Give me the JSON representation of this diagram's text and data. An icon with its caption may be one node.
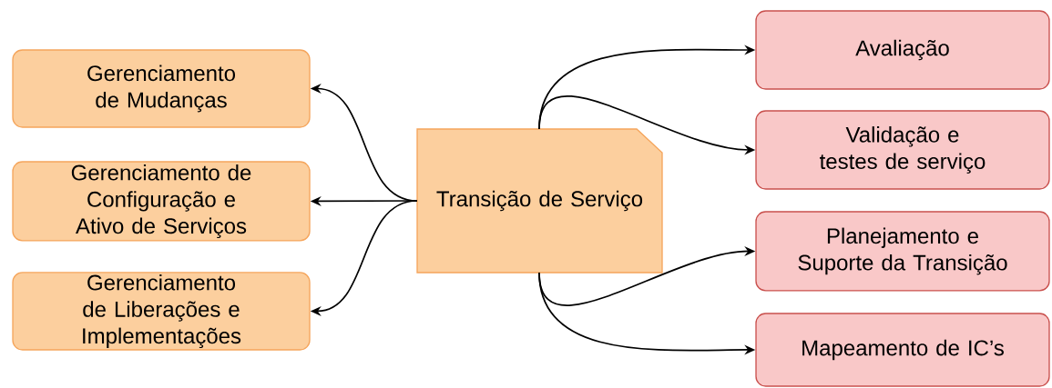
{
  "diagram": {
    "nodes": [
      {
        "text": [
          "Transição de Serviço"
        ]
      },
      {
        "text": [
          "Gerenciamento de Mudanças"
        ]
      },
      {
        "text": [
          "Gerenciamento de Configuração e Ativo de Serviços"
        ]
      },
      {
        "text": [
          "Gerenciamento de Liberações e Implementações"
        ]
      },
      {
        "text": [
          "Avaliação"
        ]
      },
      {
        "text": [
          "Validação e testes de serviço"
        ]
      },
      {
        "text": [
          "Planejamento e Suporte da Transição"
        ]
      },
      {
        "text": [
          "Mapeamento de IC’s"
        ]
      }
    ],
    "edges": [
      {
        "from": 0,
        "to": 1,
        "arrow": "to"
      },
      {
        "from": 0,
        "to": 2,
        "arrow": "to"
      },
      {
        "from": 0,
        "to": 3,
        "arrow": "to"
      },
      {
        "from": 0,
        "to": 4,
        "arrow": "to"
      },
      {
        "from": 0,
        "to": 5,
        "arrow": "to"
      },
      {
        "from": 0,
        "to": 6,
        "arrow": "to"
      },
      {
        "from": 0,
        "to": 7,
        "arrow": "to"
      }
    ]
  }
}
